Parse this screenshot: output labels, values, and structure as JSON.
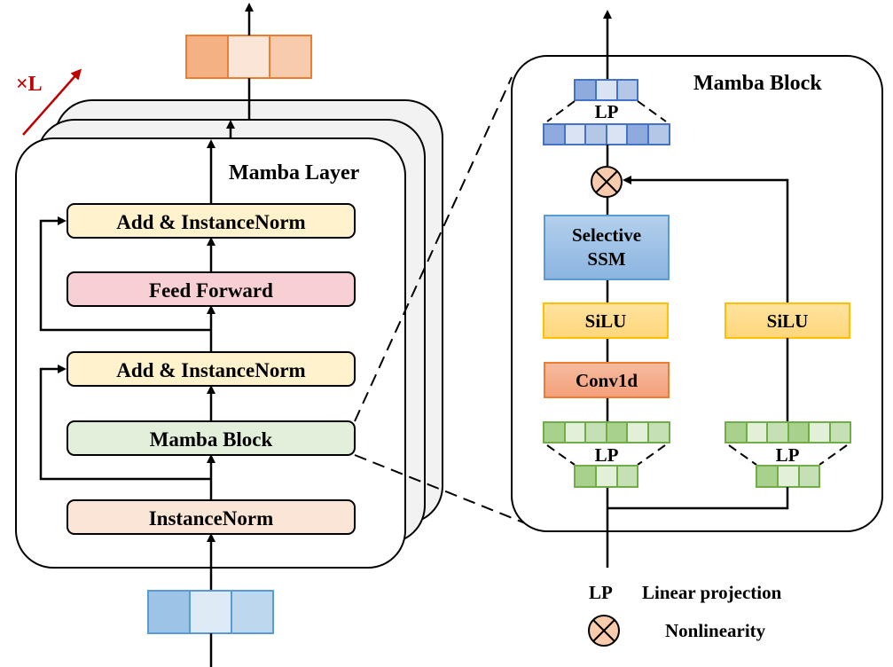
{
  "colors": {
    "orange_out": [
      "#f4b183",
      "#fbe5d6",
      "#f8cbad"
    ],
    "orange_border": "#ed7d31",
    "blue_in": [
      "#9dc3e6",
      "#deebf7",
      "#bdd7ee"
    ],
    "blue_in_border": "#5b9bd5",
    "blue_lp_small": [
      "#8faadc",
      "#dae3f3",
      "#b4c7e7"
    ],
    "blue_lp_large": [
      "#8faadc",
      "#dae3f3",
      "#b4c7e7",
      "#dae3f3",
      "#8faadc",
      "#b4c7e7"
    ],
    "blue_lp_border": "#4472c4",
    "green_large": [
      "#a9d18e",
      "#e2f0d9",
      "#c5e0b4",
      "#a9d18e",
      "#e2f0d9",
      "#c5e0b4"
    ],
    "green_small": [
      "#a9d18e",
      "#e2f0d9",
      "#c5e0b4"
    ],
    "green_border": "#70ad47",
    "add_norm_fill": "#fff2cc",
    "feed_forward_fill": "#f8cfd2",
    "mamba_block_fill": "#e2efda",
    "instance_norm_fill": "#fbe5d6",
    "ssm_fill": "#9dc3e6",
    "silu_fill": "#ffd97f",
    "silu_border": "#ffc000",
    "conv_fill": "#f4b183",
    "nonlin_fill": "#f8cbad",
    "stack_fill": "#f2f2f2",
    "repeat_color": "#c00000"
  },
  "left": {
    "repeat_label": "×L",
    "layer_title": "Mamba Layer",
    "blocks": {
      "add_norm_top": "Add & InstanceNorm",
      "feed_forward": "Feed Forward",
      "add_norm_bottom": "Add & InstanceNorm",
      "mamba_block": "Mamba Block",
      "instance_norm": "InstanceNorm"
    }
  },
  "right": {
    "title": "Mamba Block",
    "lp_top": "LP",
    "selective_ssm_line1": "Selective",
    "selective_ssm_line2": "SSM",
    "silu_left": "SiLU",
    "silu_right": "SiLU",
    "conv1d": "Conv1d",
    "lp_left": "LP",
    "lp_right": "LP"
  },
  "legend": {
    "lp_abbr": "LP",
    "lp_desc": "Linear projection",
    "nonlin_desc": "Nonlinearity"
  }
}
